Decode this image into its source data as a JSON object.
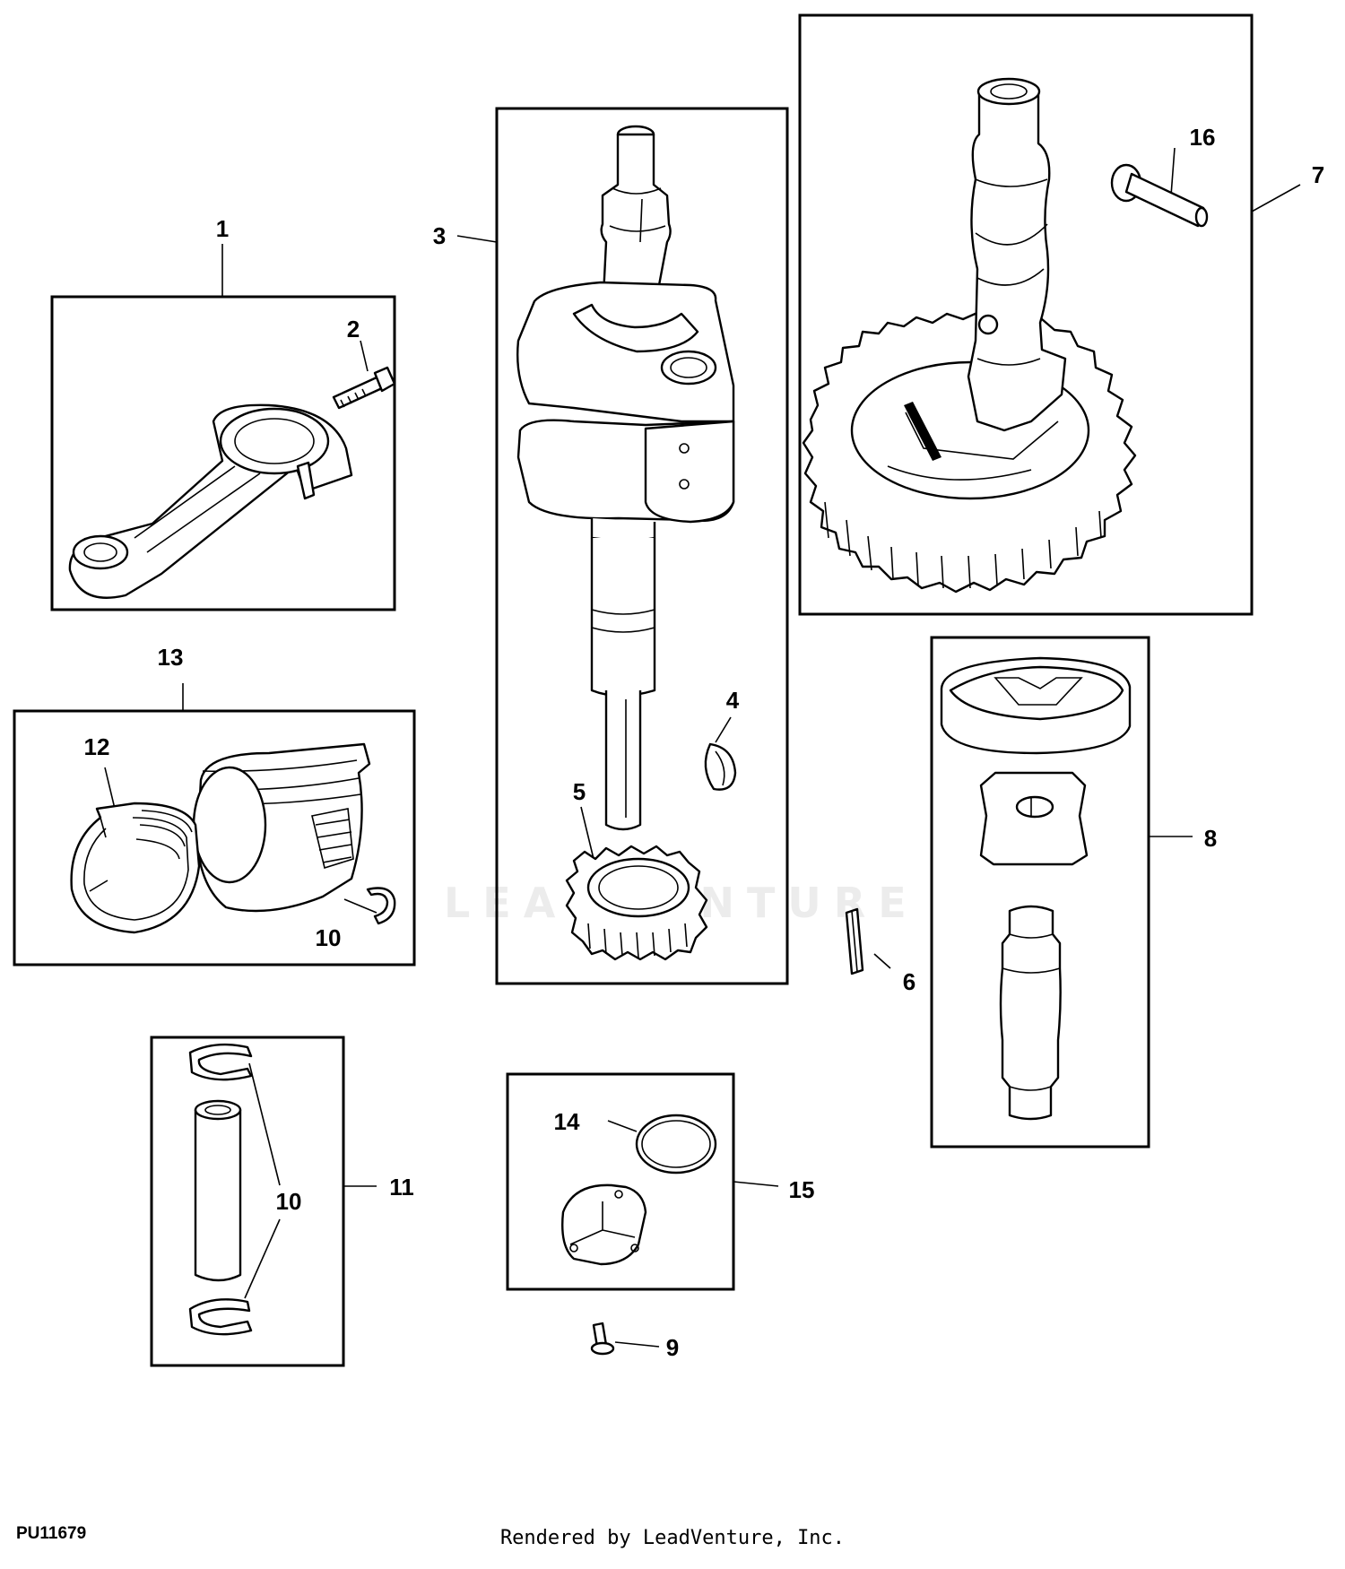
{
  "diagram": {
    "drawing_id": "PU11679",
    "credit": "Rendered by LeadVenture, Inc.",
    "watermark": "LEADVENTURE",
    "callouts": {
      "c1": "1",
      "c2": "2",
      "c3": "3",
      "c4": "4",
      "c5": "5",
      "c6": "6",
      "c7": "7",
      "c8": "8",
      "c9": "9",
      "c10a": "10",
      "c10b": "10",
      "c11": "11",
      "c12": "12",
      "c13": "13",
      "c14": "14",
      "c15": "15",
      "c16": "16"
    }
  }
}
